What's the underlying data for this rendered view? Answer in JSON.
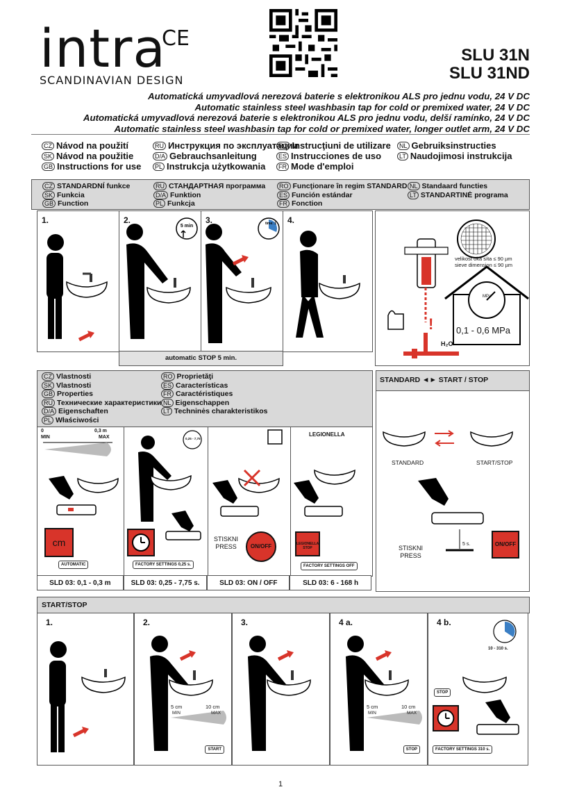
{
  "brand": {
    "logo": "intra",
    "ce": "CE",
    "tagline": "SCANDINAVIAN DESIGN"
  },
  "models": [
    "SLU 31N",
    "SLU 31ND"
  ],
  "subtitles": [
    "Automatická umyvadlová nerezová baterie s elektronikou ALS pro jednu vodu, 24 V DC",
    "Automatic stainless steel washbasin tap for cold or premixed water, 24 V DC",
    "Automatická umyvadlová nerezová baterie s elektronikou ALS pro jednu vodu, delší ramínko, 24 V DC",
    "Automatic stainless steel washbasin tap for cold or premixed water, longer outlet arm, 24 V DC"
  ],
  "languages": [
    [
      {
        "code": "CZ",
        "text": "Návod na použití"
      },
      {
        "code": "RU",
        "text": "Инструкция по эксплуатации"
      },
      {
        "code": "RO",
        "text": "Instrucţiuni de utilizare"
      },
      {
        "code": "NL",
        "text": "Gebruiksinstructies"
      }
    ],
    [
      {
        "code": "SK",
        "text": "Návod na použitie"
      },
      {
        "code": "D/A",
        "text": "Gebrauchsanleitung"
      },
      {
        "code": "ES",
        "text": "Instrucciones de uso"
      },
      {
        "code": "LT",
        "text": "Naudojimosi instrukcija"
      }
    ],
    [
      {
        "code": "GB",
        "text": "Instructions for use"
      },
      {
        "code": "PL",
        "text": "Instrukcja użytkowania"
      },
      {
        "code": "FR",
        "text": "Mode d'emploi"
      }
    ]
  ],
  "function_band": [
    [
      {
        "code": "CZ",
        "text": "STANDARDNÍ funkce"
      },
      {
        "code": "RU",
        "text": "СТАНДАРТНАЯ программа"
      },
      {
        "code": "RO",
        "text": "Funcţionare în regim STANDARD"
      },
      {
        "code": "NL",
        "text": "Standaard functies"
      }
    ],
    [
      {
        "code": "SK",
        "text": "Funkcia"
      },
      {
        "code": "D/A",
        "text": "Funktion"
      },
      {
        "code": "ES",
        "text": "Función estándar"
      },
      {
        "code": "LT",
        "text": "STANDARTINĖ programa"
      }
    ],
    [
      {
        "code": "GB",
        "text": "Function"
      },
      {
        "code": "PL",
        "text": "Funkcja"
      },
      {
        "code": "FR",
        "text": "Fonction"
      }
    ]
  ],
  "function_steps": [
    "1.",
    "2.",
    "3.",
    "4."
  ],
  "step2_badge": "5 min",
  "step3_badge": "time: 1",
  "auto_stop": "automatic STOP 5 min.",
  "filter": {
    "mesh_cz": "velikost oka síta ≤ 90 µm",
    "mesh_en": "sieve dimension ≤ 90 µm",
    "pressure": "0,1 - 0,6 MPa",
    "gauge_unit": "MPa",
    "water": "H₂O",
    "warning": "!"
  },
  "properties_band": [
    [
      {
        "code": "CZ",
        "text": "Vlastnosti"
      },
      {
        "code": "RO",
        "text": "Proprietăţi"
      }
    ],
    [
      {
        "code": "SK",
        "text": "Vlastnosti"
      },
      {
        "code": "ES",
        "text": "Características"
      }
    ],
    [
      {
        "code": "GB",
        "text": "Properties"
      },
      {
        "code": "FR",
        "text": "Caractéristiques"
      }
    ],
    [
      {
        "code": "RU",
        "text": "Технические характеристики"
      },
      {
        "code": "NL",
        "text": "Eigenschappen"
      }
    ],
    [
      {
        "code": "D/A",
        "text": "Eigenschaften"
      },
      {
        "code": "LT",
        "text": "Techninės charakteristikos"
      }
    ],
    [
      {
        "code": "PL",
        "text": "Właściwości"
      }
    ]
  ],
  "range": {
    "min_val": "0",
    "max_val": "0,3 m",
    "min": "MIN",
    "max": "MAX"
  },
  "cm_label": "cm",
  "properties_buttons": [
    "AUTOMATIC",
    "FACTORY SETTINGS 0,25 s.",
    "",
    "FACTORY SETTINGS OFF"
  ],
  "press": {
    "cz": "STISKNI",
    "en": "PRESS",
    "onoff": "ON/OFF"
  },
  "legionella": "LEGIONELLA",
  "legionella_stop": "LEGIONELLA STOP",
  "time_badge": "0,25 - 7,75",
  "sld": [
    "SLD 03: 0,1 - 0,3 m",
    "SLD 03: 0,25 - 7,75 s.",
    "SLD 03: ON / OFF",
    "SLD 03: 6 - 168 h"
  ],
  "standard_header": "STANDARD ◄► START / STOP",
  "standard": {
    "left": "STANDARD",
    "right": "START/STOP",
    "seconds": "5 s."
  },
  "startstop_header": "START/STOP",
  "startstop_steps": [
    "1.",
    "2.",
    "3.",
    "4 a.",
    "4 b."
  ],
  "startstop_range": {
    "a": "5 cm",
    "b": "10 cm",
    "min": "MIN",
    "max": "MAX"
  },
  "startstop_buttons": {
    "start": "START",
    "stop": "STOP",
    "factory": "FACTORY SETTINGS 310 s."
  },
  "time_range": "10 - 310 s.",
  "page_number": "1"
}
